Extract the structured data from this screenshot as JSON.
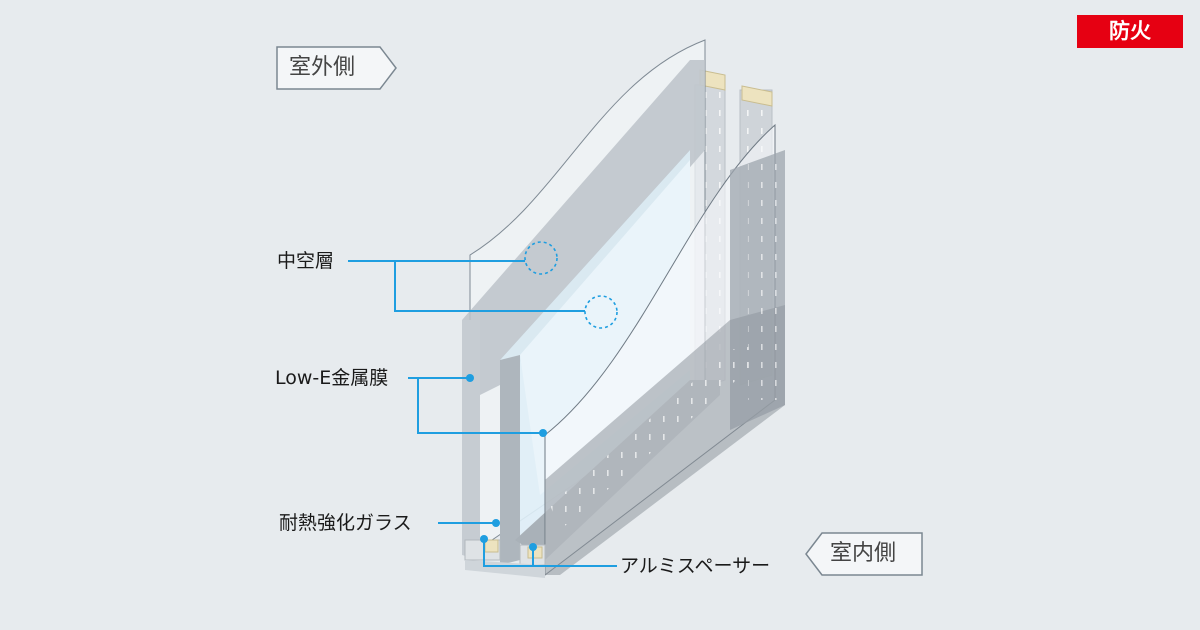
{
  "badge": {
    "text": "防火",
    "color": "#e60012"
  },
  "side_labels": {
    "outdoor": "室外側",
    "indoor": "室内側"
  },
  "callouts": {
    "hollow_layer": "中空層",
    "low_e_film": "Low-E金属膜",
    "heat_resistant_glass": "耐熱強化ガラス",
    "aluminum_spacer": "アルミスペーサー"
  },
  "colors": {
    "callout_line": "#1f9ee0",
    "background": "#e7ebee"
  }
}
